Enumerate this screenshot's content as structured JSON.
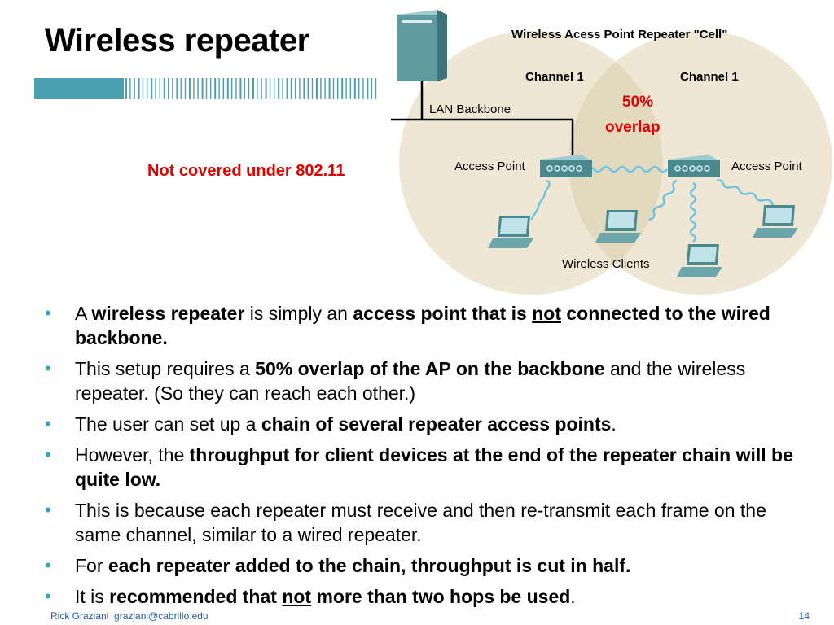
{
  "slide": {
    "title": "Wireless repeater",
    "red_note": "Not covered under 802.11",
    "page_number": "14"
  },
  "footer": {
    "author": "Rick Graziani",
    "email": "graziani@cabrillo.edu"
  },
  "diagram": {
    "title": "Wireless Acess Point Repeater \"Cell\"",
    "left_channel": "Channel 1",
    "right_channel": "Channel 1",
    "overlap_line1": "50%",
    "overlap_line2": "overlap",
    "lan_backbone": "LAN Backbone",
    "left_ap_label": "Access Point",
    "right_ap_label": "Access Point",
    "clients_label": "Wireless Clients",
    "colors": {
      "cell": "#efe7d3",
      "accent_red": "#e00000",
      "device": "#4a8a8e",
      "wave": "#6cc4e0"
    }
  },
  "bullets": [
    {
      "parts": [
        {
          "t": "A "
        },
        {
          "t": "wireless repeater",
          "b": true
        },
        {
          "t": " is simply an "
        },
        {
          "t": "access point that is ",
          "b": true
        },
        {
          "t": "not",
          "b": true,
          "u": true
        },
        {
          "t": " connected to the wired backbone.",
          "b": true
        }
      ]
    },
    {
      "parts": [
        {
          "t": "This setup requires a "
        },
        {
          "t": "50% overlap of the AP on the backbone",
          "b": true
        },
        {
          "t": " and the wireless repeater.  (So they can reach each other.)"
        }
      ]
    },
    {
      "parts": [
        {
          "t": "The user can set up a "
        },
        {
          "t": "chain of several repeater access points",
          "b": true
        },
        {
          "t": "."
        }
      ]
    },
    {
      "parts": [
        {
          "t": "However, the "
        },
        {
          "t": "throughput for client devices at the end of the repeater chain will be quite low.",
          "b": true
        }
      ]
    },
    {
      "parts": [
        {
          "t": "This is because each repeater must receive and then re-transmit each frame on the same channel, similar to a wired repeater."
        }
      ]
    },
    {
      "parts": [
        {
          "t": "For "
        },
        {
          "t": "each repeater added to the chain, throughput is cut in half.",
          "b": true
        }
      ]
    },
    {
      "parts": [
        {
          "t": "It is "
        },
        {
          "t": "recommended that ",
          "b": true
        },
        {
          "t": "not",
          "b": true,
          "u": true
        },
        {
          "t": " more than two hops be used",
          "b": true
        },
        {
          "t": "."
        }
      ]
    }
  ]
}
